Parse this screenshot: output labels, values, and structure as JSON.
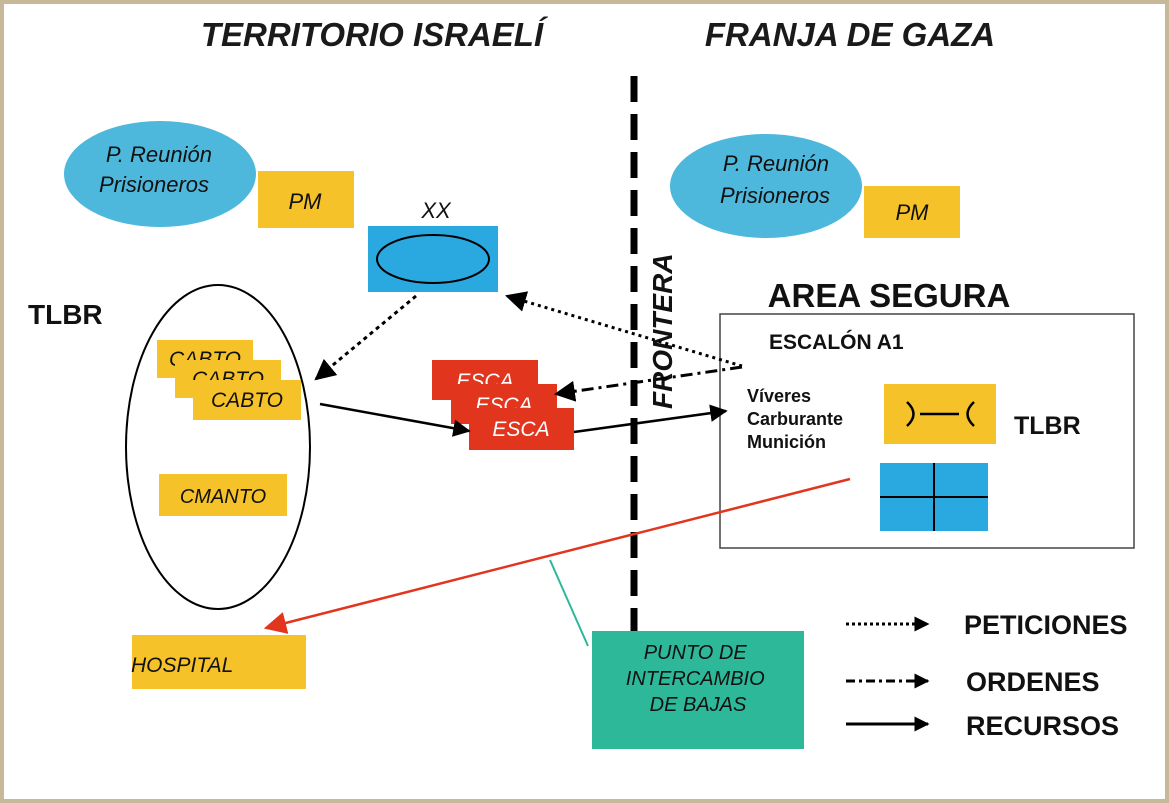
{
  "headers": {
    "left": "TERRITORIO ISRAELÍ",
    "right": "FRANJA DE GAZA"
  },
  "border_label": "FRONTERA",
  "left_zone": {
    "prisoners_point": "P. Reunión\nPrisioneros",
    "pm": "PM",
    "division_symbol": "XX",
    "tlbr": "TLBR",
    "cabto": [
      "CABTO",
      "CABTO",
      "CABTO"
    ],
    "cmanto": "CMANTO",
    "esca": [
      "ESCA",
      "ESCA",
      "ESCA"
    ],
    "hospital": "HOSPITAL"
  },
  "right_zone": {
    "prisoners_point": "P. Reunión\nPrisioneros",
    "pm": "PM",
    "area_title": "AREA SEGURA",
    "echelon": "ESCALÓN A1",
    "supplies": [
      "Víveres",
      "Carburante",
      "Munición"
    ],
    "tlbr": "TLBR"
  },
  "casualty_point": "PUNTO DE\nINTERCAMBIO\nDE BAJAS",
  "legend": [
    {
      "label": "PETICIONES",
      "style": "dotted"
    },
    {
      "label": "ORDENES",
      "style": "dash-dot"
    },
    {
      "label": "RECURSOS",
      "style": "solid"
    }
  ],
  "colors": {
    "ellipse_blue": "#4db8dc",
    "unit_yellow": "#f6c22a",
    "esca_red": "#e2351e",
    "casualty_green": "#2db89a",
    "evac_arrow": "#e2351e",
    "page_border": "#c8b89a"
  }
}
